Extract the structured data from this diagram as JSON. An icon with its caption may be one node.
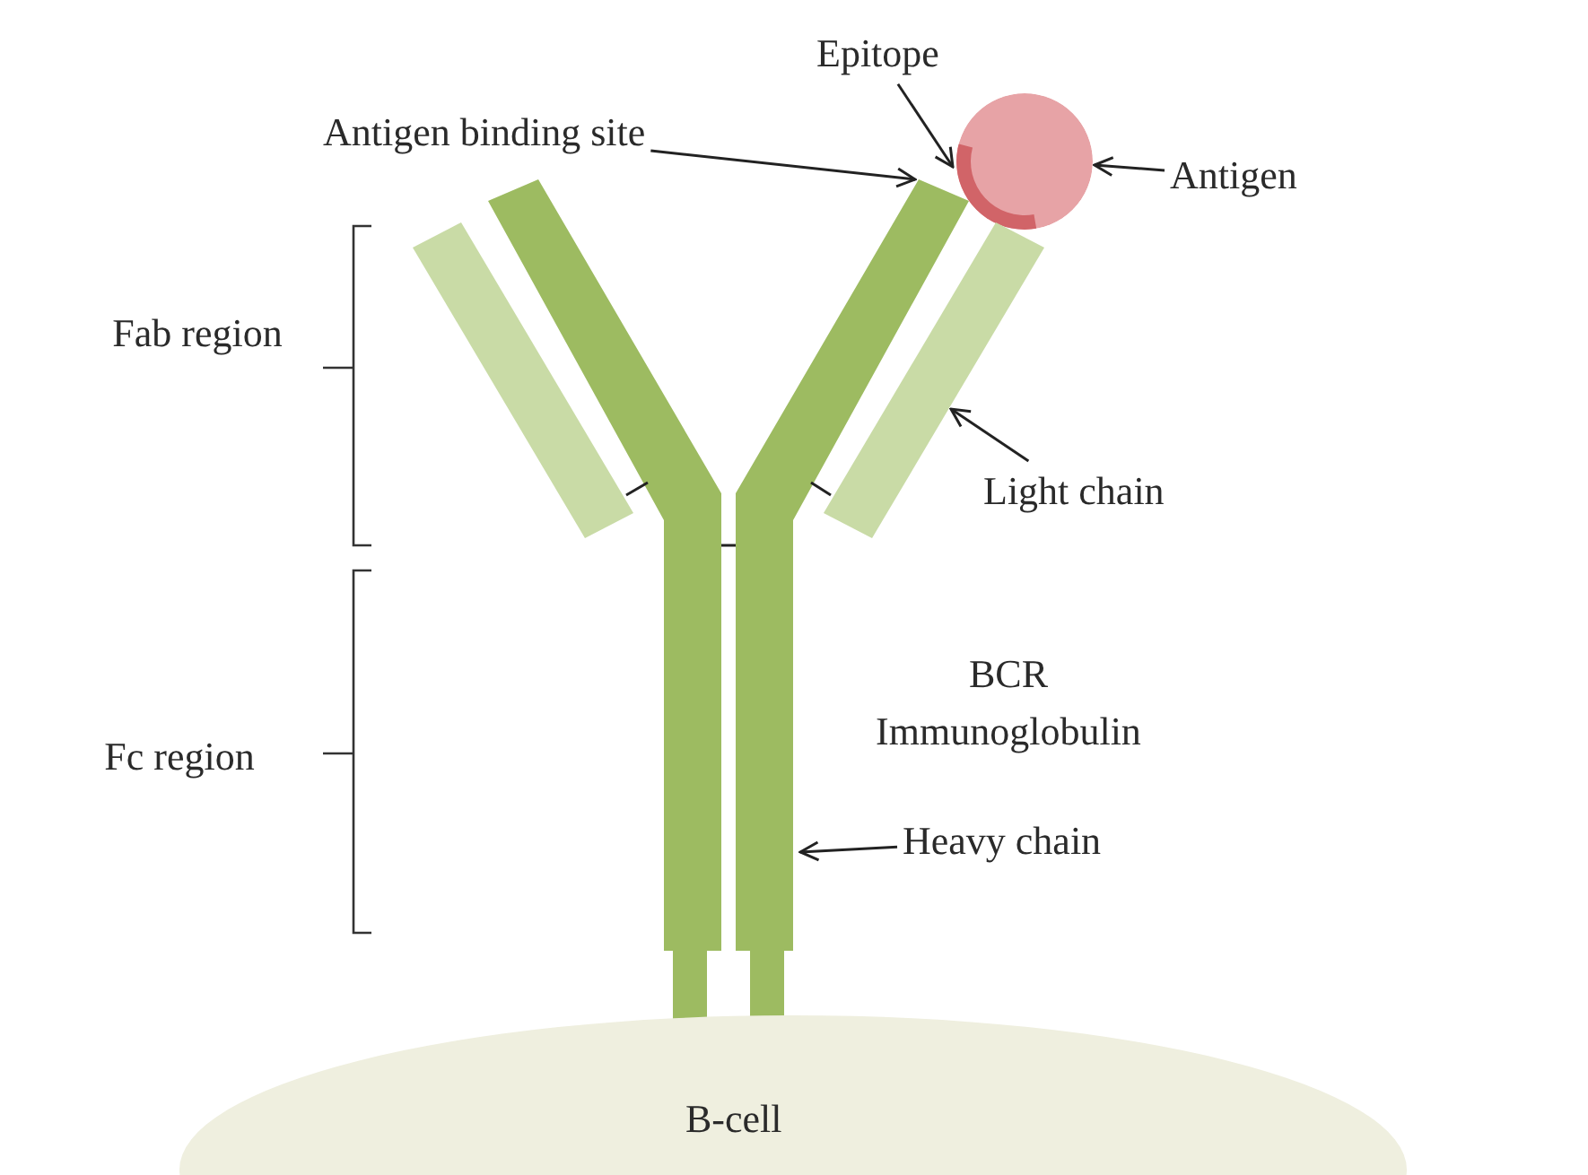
{
  "diagram": {
    "nodes": [
      {
        "text": [
          "Epitope"
        ]
      },
      {
        "text": [
          "Antigen binding site"
        ]
      },
      {
        "text": [
          "Antigen"
        ]
      },
      {
        "text": [],
        "shape": "circle"
      },
      {
        "text": [],
        "shape": "bar",
        "in": 3
      },
      {
        "text": [],
        "shape": "bar"
      },
      {
        "text": [],
        "shape": "bar"
      },
      {
        "text": [],
        "shape": "bar"
      },
      {
        "text": [],
        "shape": "bar"
      },
      {
        "text": [
          "Light chain"
        ]
      },
      {
        "text": [
          "Heavy chain"
        ]
      },
      {
        "text": [
          "B-cell"
        ]
      }
    ],
    "edges": [
      {
        "from": 0,
        "to": 4,
        "arrow": "to"
      },
      {
        "from": 1,
        "to": 7,
        "arrow": "to"
      },
      {
        "from": 2,
        "to": 3,
        "arrow": "to"
      },
      {
        "from": 9,
        "to": 8,
        "arrow": "to"
      },
      {
        "from": 10,
        "to": 7,
        "arrow": "to"
      },
      {
        "from": 5,
        "to": 6,
        "arrow": "none"
      },
      {
        "from": 7,
        "to": 8,
        "arrow": "none"
      },
      {
        "from": 6,
        "to": 7,
        "arrow": "none"
      }
    ],
    "labels": [
      "Fab region",
      "Fc region",
      "BCR Immunoglobulin"
    ]
  }
}
